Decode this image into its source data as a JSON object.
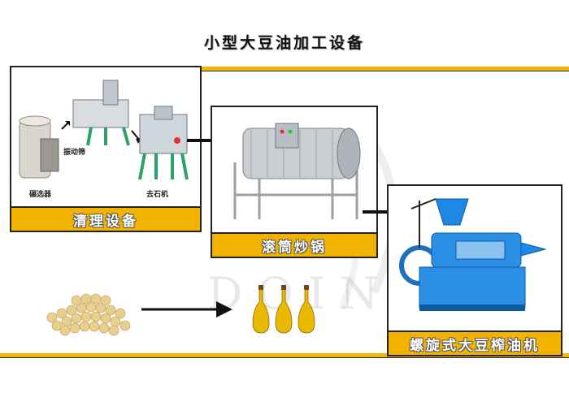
{
  "title": "小型大豆油加工设备",
  "watermark": "DOING",
  "stages": {
    "cleaning": {
      "label": "清理设备",
      "parts": [
        "碾选器",
        "振动筛",
        "去石机"
      ]
    },
    "roasting": {
      "label": "滚筒炒锅"
    },
    "pressing": {
      "label": "螺旋式大豆榨油机"
    }
  },
  "colors": {
    "accent": "#f1b300",
    "machine_blue": "#1e88e5",
    "machine_green": "#2aa36a",
    "oil": "#e9b800"
  },
  "icons": [
    "arrow-right-icon",
    "soybeans-image",
    "oil-bottles-image",
    "roaster-machine-image",
    "oil-press-machine-image",
    "cleaning-machines-image"
  ]
}
